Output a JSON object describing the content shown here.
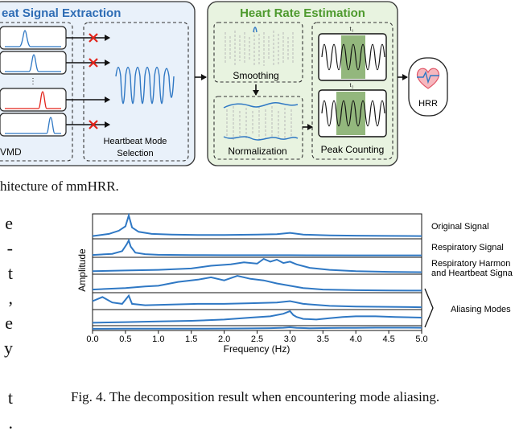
{
  "architecture": {
    "extraction_title": "eat Signal Extraction",
    "vmd_label": "VMD",
    "selection_label_line1": "Heartbeat Mode",
    "selection_label_line2": "Selection",
    "estimation_title": "Heart Rate Estimation",
    "smoothing_label": "Smoothing",
    "normalization_label": "Normalization",
    "peak_counting_label": "Peak Counting",
    "hrr_label": "HRR",
    "t1_label": "t₁",
    "t2_label": "t₂",
    "colors": {
      "extraction_bg": "#e9f1fa",
      "estimation_bg": "#e8f3e0",
      "title_blue": "#2f6db5",
      "title_green": "#4e9a2e",
      "signal_blue": "#2f78c4",
      "reject_red": "#e2231a",
      "peak_green": "#6f9f52"
    }
  },
  "caption_top": "hitecture of mmHRR.",
  "margin_chars": [
    "e",
    "-",
    "t",
    ",",
    "e",
    "y",
    "",
    "t",
    "."
  ],
  "chart_data": {
    "type": "line",
    "xlabel": "Frequency (Hz)",
    "ylabel": "Amplitude",
    "xlim": [
      0.0,
      5.0
    ],
    "x_ticks": [
      "0.0",
      "0.5",
      "1.0",
      "1.5",
      "2.0",
      "2.5",
      "3.0",
      "3.5",
      "4.0",
      "4.5",
      "5.0"
    ],
    "grid": false,
    "panel_labels": [
      "Original Signal",
      "Respiratory Signal",
      "Respiratory Harmon",
      "and Heartbeat Signa",
      "Aliasing Modes"
    ],
    "series": [
      {
        "x": [
          0.0,
          0.25,
          0.4,
          0.5,
          0.55,
          0.6,
          0.7,
          0.9,
          1.2,
          1.6,
          2.0,
          2.5,
          2.8,
          3.0,
          3.2,
          3.6,
          4.0,
          4.5,
          5.0
        ],
        "values": [
          0.05,
          0.15,
          0.3,
          0.5,
          1.0,
          0.45,
          0.25,
          0.15,
          0.12,
          0.1,
          0.1,
          0.12,
          0.14,
          0.2,
          0.12,
          0.08,
          0.07,
          0.06,
          0.05
        ]
      },
      {
        "x": [
          0.0,
          0.3,
          0.45,
          0.52,
          0.55,
          0.58,
          0.65,
          0.8,
          1.0,
          1.5,
          2.0,
          3.0,
          4.0,
          5.0
        ],
        "values": [
          0.05,
          0.12,
          0.3,
          0.75,
          1.0,
          0.6,
          0.2,
          0.1,
          0.06,
          0.04,
          0.03,
          0.03,
          0.02,
          0.02
        ]
      },
      {
        "x": [
          0.0,
          0.5,
          1.0,
          1.5,
          1.8,
          2.1,
          2.3,
          2.5,
          2.6,
          2.7,
          2.8,
          2.9,
          3.0,
          3.1,
          3.3,
          3.6,
          4.0,
          4.5,
          5.0
        ],
        "values": [
          0.1,
          0.15,
          0.2,
          0.3,
          0.5,
          0.6,
          0.75,
          0.65,
          1.0,
          0.8,
          0.95,
          0.7,
          0.8,
          0.6,
          0.35,
          0.2,
          0.1,
          0.05,
          0.03
        ]
      },
      {
        "x": [
          0.0,
          0.5,
          0.8,
          1.0,
          1.3,
          1.6,
          1.8,
          2.0,
          2.2,
          2.4,
          2.6,
          2.8,
          3.0,
          3.2,
          3.5,
          4.0,
          4.5,
          5.0
        ],
        "values": [
          0.1,
          0.2,
          0.3,
          0.35,
          0.6,
          0.75,
          0.9,
          0.7,
          1.0,
          0.8,
          0.7,
          0.5,
          0.35,
          0.2,
          0.1,
          0.06,
          0.04,
          0.03
        ]
      },
      {
        "x": [
          0.0,
          0.15,
          0.3,
          0.45,
          0.55,
          0.6,
          0.8,
          1.2,
          1.6,
          2.0,
          2.4,
          2.8,
          3.0,
          3.2,
          3.6,
          4.0,
          4.5,
          5.0
        ],
        "values": [
          0.5,
          0.8,
          0.4,
          0.3,
          0.9,
          0.3,
          0.2,
          0.25,
          0.3,
          0.3,
          0.35,
          0.4,
          0.5,
          0.3,
          0.15,
          0.1,
          0.08,
          0.05
        ]
      },
      {
        "x": [
          0.0,
          0.5,
          1.0,
          1.5,
          2.0,
          2.4,
          2.7,
          2.9,
          3.0,
          3.05,
          3.1,
          3.2,
          3.4,
          3.6,
          3.8,
          4.0,
          4.3,
          4.6,
          5.0
        ],
        "values": [
          0.1,
          0.15,
          0.2,
          0.25,
          0.35,
          0.5,
          0.6,
          0.8,
          1.0,
          0.7,
          0.55,
          0.4,
          0.35,
          0.45,
          0.55,
          0.6,
          0.6,
          0.55,
          0.5
        ]
      },
      {
        "x": [
          0.0,
          0.5,
          1.0,
          1.5,
          2.0,
          2.4,
          2.7,
          2.9,
          3.0,
          3.1,
          3.3,
          3.5,
          3.8,
          4.0,
          4.3,
          4.6,
          5.0
        ],
        "values": [
          0.05,
          0.08,
          0.1,
          0.12,
          0.2,
          0.3,
          0.45,
          0.7,
          1.0,
          0.6,
          0.4,
          0.5,
          0.6,
          0.65,
          0.75,
          0.75,
          0.7
        ]
      }
    ]
  },
  "caption_bottom": "Fig. 4.  The decomposition result when encountering mode aliasing."
}
